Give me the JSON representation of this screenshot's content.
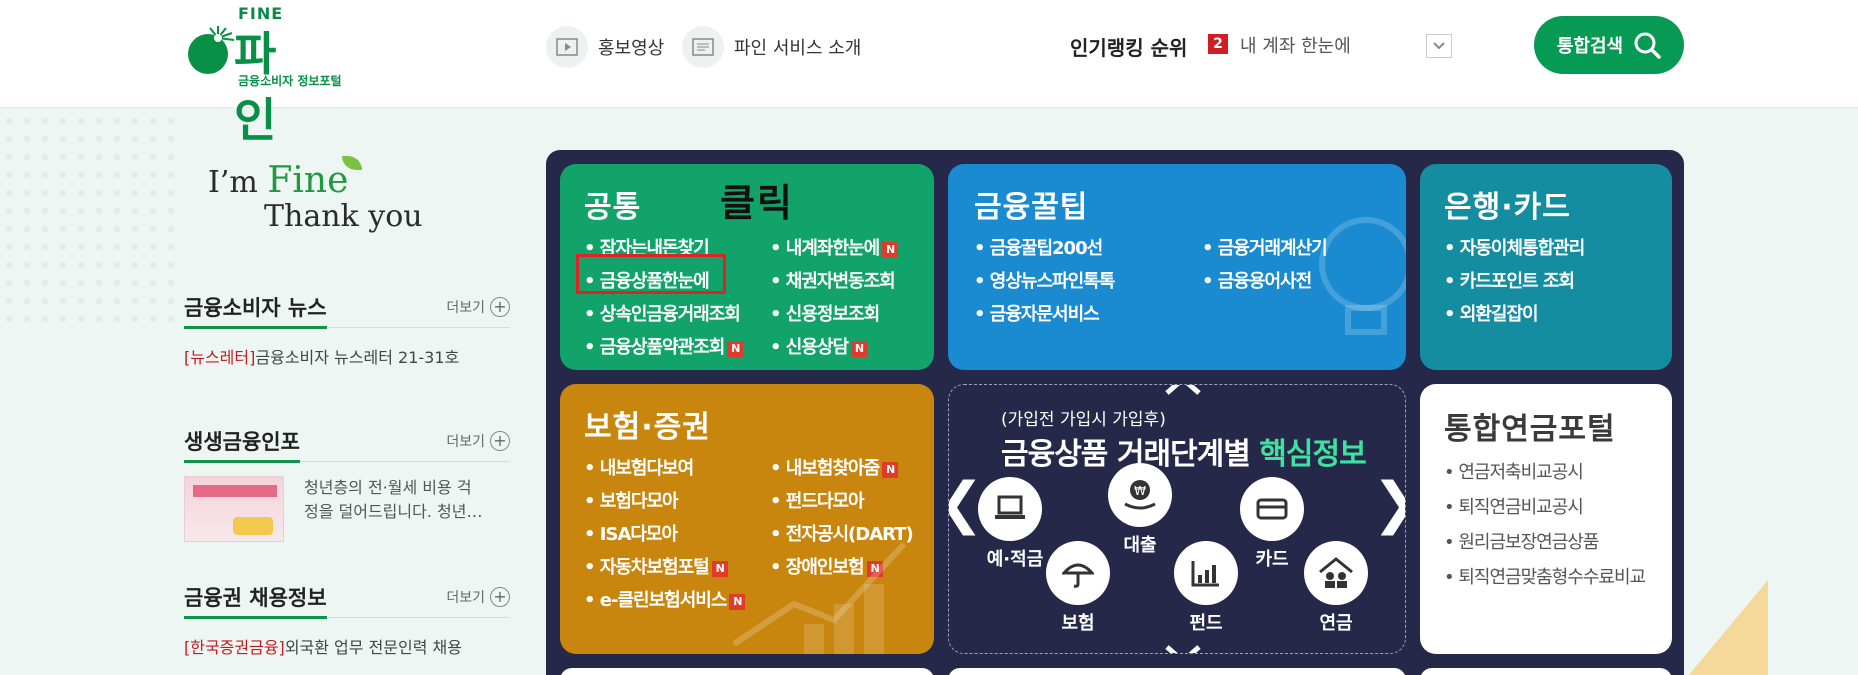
{
  "header": {
    "logo_top": "FINE",
    "logo_main": "파 인",
    "logo_sub": "금융소비자 정보포털",
    "nav": [
      {
        "label": "홍보영상",
        "icon": "play-icon"
      },
      {
        "label": "파인 서비스 소개",
        "icon": "document-icon"
      }
    ],
    "ranking_title": "인기랭킹 순위",
    "ranking_num": "2",
    "ranking_text": "내 계좌 한눈에",
    "search_label": "통합검색"
  },
  "greeting": {
    "im": "I’m",
    "fine": "Fine",
    "thanks": "Thank you"
  },
  "sections": {
    "news": {
      "title": "금융소비자 뉴스",
      "more": "더보기",
      "tag": "[뉴스레터]",
      "text": "금융소비자 뉴스레터 21-31호"
    },
    "info": {
      "title": "생생금융인포",
      "more": "더보기",
      "text": "청년층의 전·월세 비용 걱정을 덜어드립니다. 청년…"
    },
    "jobs": {
      "title": "금융권 채용정보",
      "more": "더보기",
      "tag": "[한국증권금융]",
      "text": "외국환 업무 전문인력 채용"
    }
  },
  "cards": {
    "common": {
      "title": "공통",
      "click_label": "클릭",
      "items": [
        "잠자는내돈찾기",
        "내계좌한눈에",
        "금융상품한눈에",
        "채권자변동조회",
        "상속인금융거래조회",
        "신용정보조회",
        "금융상품약관조회",
        "신용상담"
      ],
      "new_flags": [
        false,
        true,
        false,
        false,
        false,
        false,
        true,
        true
      ]
    },
    "tips": {
      "title": "금융꿀팁",
      "items": [
        "금융꿀팁200선",
        "금융거래계산기",
        "영상뉴스파인톡톡",
        "금융용어사전",
        "금융자문서비스"
      ]
    },
    "bank": {
      "title": "은행·카드",
      "items": [
        "자동이체통합관리",
        "카드포인트 조회",
        "외환길잡이"
      ]
    },
    "insurance": {
      "title": "보험·증권",
      "items": [
        "내보험다보여",
        "내보험찾아줌",
        "보험다모아",
        "펀드다모아",
        "ISA다모아",
        "전자공시(DART)",
        "자동차보험포털",
        "장애인보험",
        "e-클린보험서비스"
      ],
      "new_flags": [
        false,
        true,
        false,
        false,
        false,
        false,
        true,
        true,
        true
      ]
    },
    "center": {
      "sub": "(가입전 가입시 가입후)",
      "title_main": "금융상품 거래단계별 ",
      "title_accent": "핵심정보",
      "steps": [
        "예·적금",
        "대출",
        "카드",
        "보험",
        "펀드",
        "연금"
      ]
    },
    "pension": {
      "title": "통합연금포털",
      "items": [
        "연금저축비교공시",
        "퇴직연금비교공시",
        "원리금보장연금상품",
        "퇴직연금맞춤형수수료비교"
      ]
    }
  },
  "colors": {
    "brand": "#079a55",
    "common": "#11a36a",
    "tips": "#1a8bd0",
    "bank": "#148da0",
    "insurance": "#c9860e",
    "board": "#26284a",
    "highlight": "#e22222"
  }
}
